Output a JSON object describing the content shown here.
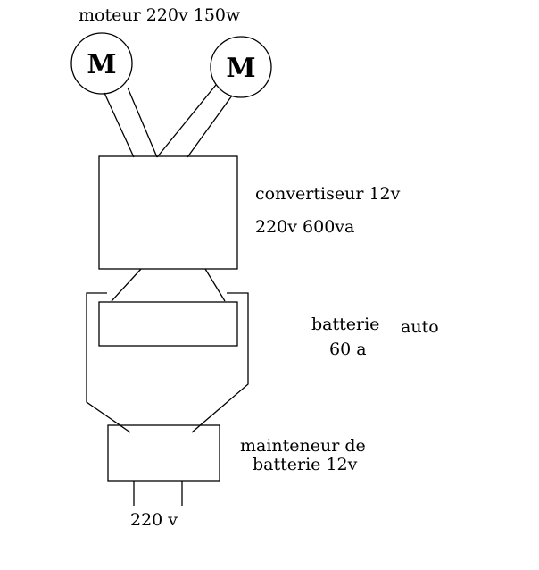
{
  "labels": {
    "motor_title": "moteur 220v 150w",
    "motor_left": "M",
    "motor_right": "M",
    "converter_line1": "convertiseur 12v",
    "converter_line2": "220v 600va",
    "battery_line1": "batterie",
    "battery_line2": "auto",
    "battery_line3": "60 a",
    "maintainer_line1": "mainteneur de",
    "maintainer_line2": "batterie 12v",
    "mains": "220 v"
  },
  "colors": {
    "background": "#ffffff",
    "ink": "#000000"
  }
}
